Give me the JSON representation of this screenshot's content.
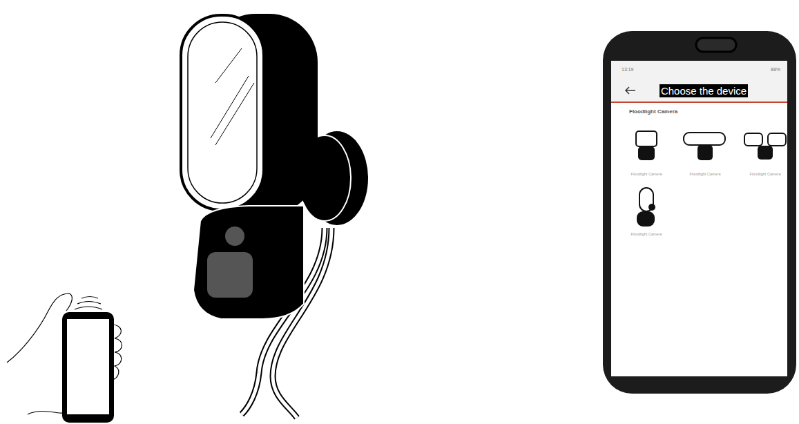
{
  "diagram": {
    "nodes": [
      {
        "text": [
          "Choose the device"
        ]
      }
    ],
    "labels": [
      "13:19",
      "88%",
      "Floodlight Camera",
      "Floodlight Camera",
      "Floodlight Camera",
      "Floodlight Camera",
      "Floodlight Camera"
    ]
  }
}
